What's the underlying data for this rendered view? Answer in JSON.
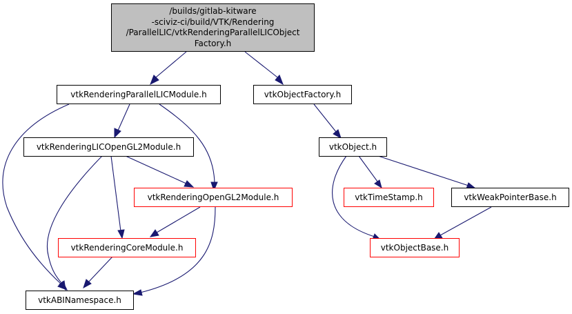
{
  "root": {
    "lines": [
      "/builds/gitlab-kitware",
      "-sciviz-ci/build/VTK/Rendering",
      "/ParallelLIC/vtkRenderingParallelLICObject",
      "Factory.h"
    ]
  },
  "nodes": {
    "parallel_lic_module": "vtkRenderingParallelLICModule.h",
    "object_factory": "vtkObjectFactory.h",
    "lic_opengl2_module": "vtkRenderingLICOpenGL2Module.h",
    "vtk_object": "vtkObject.h",
    "opengl2_module": "vtkRenderingOpenGL2Module.h",
    "timestamp": "vtkTimeStamp.h",
    "weak_pointer_base": "vtkWeakPointerBase.h",
    "core_module": "vtkRenderingCoreModule.h",
    "object_base": "vtkObjectBase.h",
    "abi_namespace": "vtkABINamespace.h"
  },
  "colors": {
    "edge": "#191970",
    "root_fill": "#bfbfbf",
    "border_documented": "#000000",
    "border_undocumented": "#ff0000"
  }
}
